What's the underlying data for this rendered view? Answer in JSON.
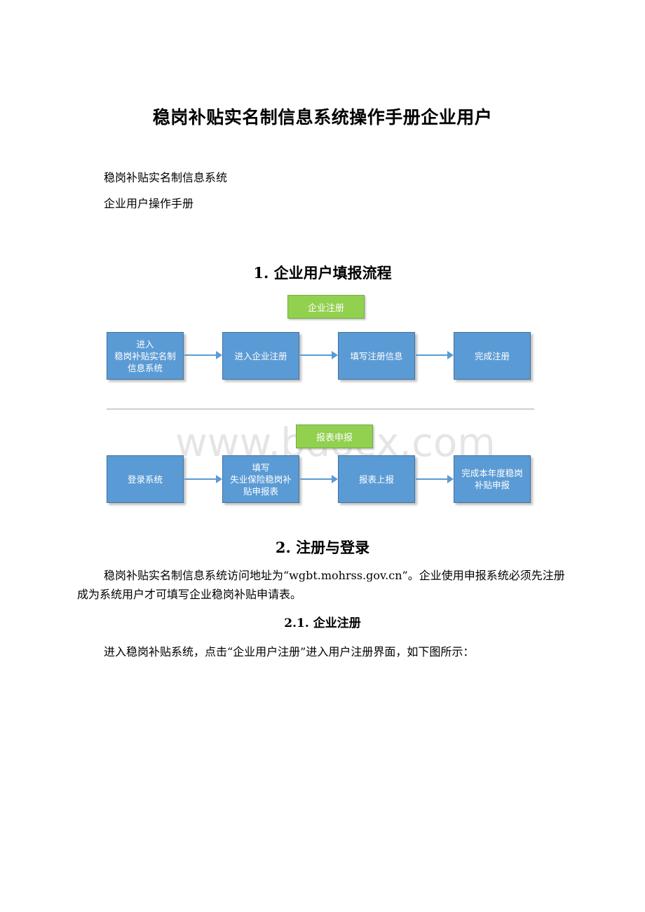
{
  "doc": {
    "title": "稳岗补贴实名制信息系统操作手册企业用户",
    "subtitle1": "稳岗补贴实名制信息系统",
    "subtitle2": "企业用户操作手册",
    "section1": "1. 企业用户填报流程",
    "flow": {
      "tag1": "企业注册",
      "tag2": "报表申报",
      "row1": [
        [
          "进入",
          "稳岗补贴实名制",
          "信息系统"
        ],
        [
          "进入企业注册"
        ],
        [
          "填写注册信息"
        ],
        [
          "完成注册"
        ]
      ],
      "row2": [
        [
          "登录系统"
        ],
        [
          "填写",
          "失业保险稳岗补",
          "贴申报表"
        ],
        [
          "报表上报"
        ],
        [
          "完成本年度稳岗",
          "补贴申报"
        ]
      ]
    },
    "watermark": "www.bdocx.com",
    "section2": "2. 注册与登录",
    "para1": "稳岗补贴实名制信息系统访问地址为“wgbt.mohrss.gov.cn”。企业使用申报系统必须先注册成为系统用户才可填写企业稳岗补贴申请表。",
    "section21": "2.1. 企业注册",
    "para2": "进入稳岗补贴系统，点击“企业用户注册”进入用户注册界面，如下图所示："
  }
}
